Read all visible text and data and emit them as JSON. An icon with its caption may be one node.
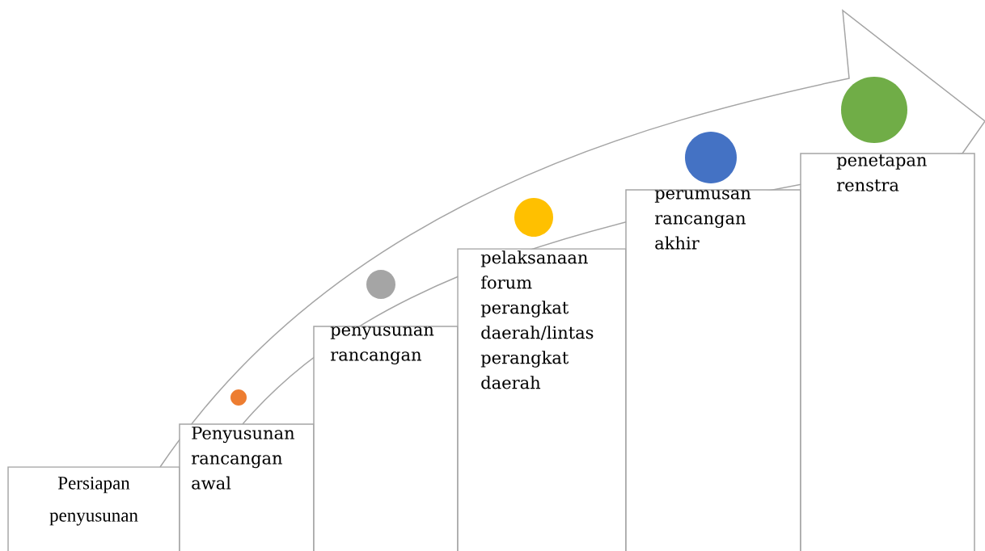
{
  "diagram": {
    "nodes": [
      {
        "text": [
          "Persiapan penyusunan"
        ]
      },
      {
        "text": [
          "Penyusunan rancangan awal"
        ]
      },
      {
        "text": [
          "penyusunan rancangan"
        ]
      },
      {
        "text": [
          "pelaksanaan forum perangkat daerah/lintas perangkat daerah"
        ]
      },
      {
        "text": [
          "perumusan rancangan akhir"
        ]
      },
      {
        "text": [
          "penetapan renstra"
        ]
      }
    ]
  }
}
